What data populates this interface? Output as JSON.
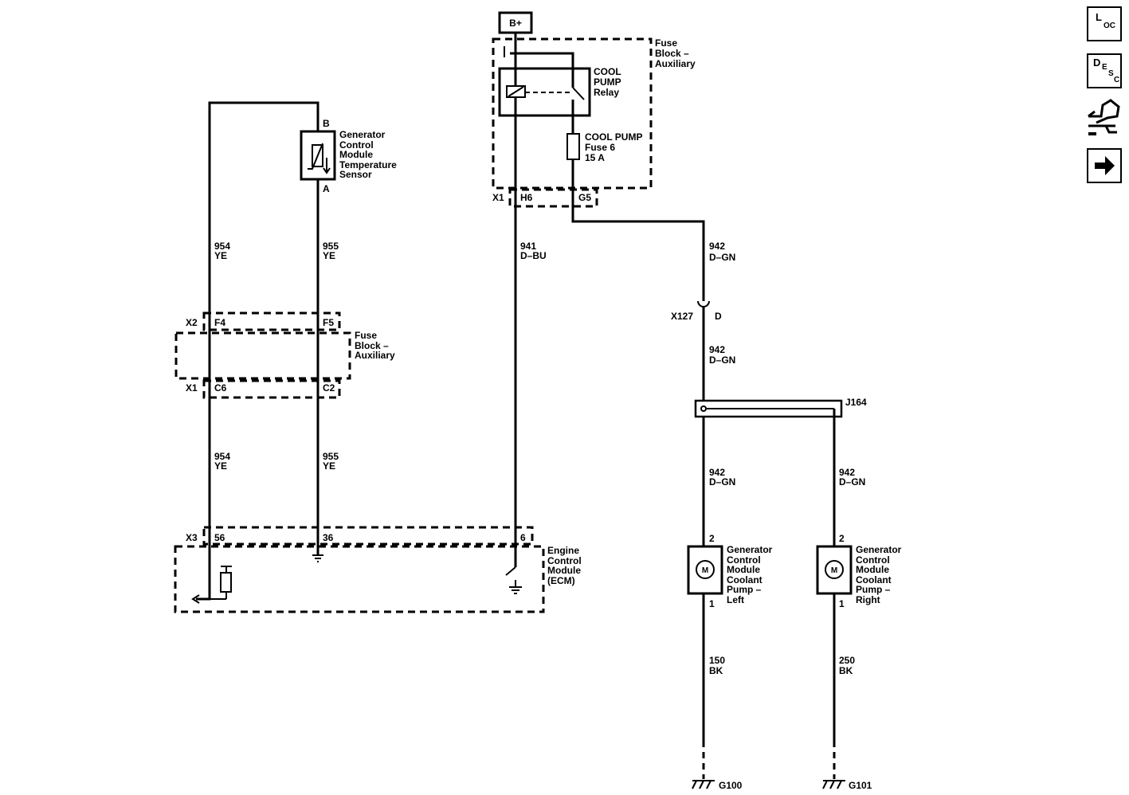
{
  "battery": {
    "label": "B+"
  },
  "fuse_block_top": {
    "title_lines": [
      "Fuse",
      "Block –",
      "Auxiliary"
    ],
    "connector": "X1",
    "pin_left": "H6",
    "pin_right": "G5"
  },
  "relay": {
    "title_lines": [
      "COOL",
      "PUMP",
      "Relay"
    ]
  },
  "fuse": {
    "title_lines": [
      "COOL PUMP",
      "Fuse 6",
      "15 A"
    ]
  },
  "temp_sensor": {
    "title_lines": [
      "Generator",
      "Control",
      "Module",
      "Temperature",
      "Sensor"
    ],
    "pin_top": "B",
    "pin_bottom": "A"
  },
  "wires": {
    "w954_upper": {
      "num": "954",
      "color": "YE"
    },
    "w955_upper": {
      "num": "955",
      "color": "YE"
    },
    "w941": {
      "num": "941",
      "color": "D–BU"
    },
    "w942_a": {
      "num": "942",
      "color": "D–GN"
    },
    "w942_b": {
      "num": "942",
      "color": "D–GN"
    },
    "w954_lower": {
      "num": "954",
      "color": "YE"
    },
    "w955_lower": {
      "num": "955",
      "color": "YE"
    },
    "w942_c": {
      "num": "942",
      "color": "D–GN"
    },
    "w942_d": {
      "num": "942",
      "color": "D–GN"
    },
    "w150": {
      "num": "150",
      "color": "BK"
    },
    "w250": {
      "num": "250",
      "color": "BK"
    }
  },
  "fuse_block_mid": {
    "title_lines": [
      "Fuse",
      "Block –",
      "Auxiliary"
    ],
    "conn_top": "X2",
    "pin_top_left": "F4",
    "pin_top_right": "F5",
    "conn_bottom": "X1",
    "pin_bottom_left": "C6",
    "pin_bottom_right": "C2"
  },
  "x127": {
    "name": "X127",
    "pin": "D"
  },
  "splice": {
    "name": "J164"
  },
  "ecm": {
    "title_lines": [
      "Engine",
      "Control",
      "Module",
      "(ECM)"
    ],
    "connector": "X3",
    "pin_a": "56",
    "pin_b": "36",
    "pin_c": "6"
  },
  "pump_left": {
    "title_lines": [
      "Generator",
      "Control",
      "Module",
      "Coolant",
      "Pump –",
      "Left"
    ],
    "pin_top": "2",
    "pin_bottom": "1",
    "symbol": "M"
  },
  "pump_right": {
    "title_lines": [
      "Generator",
      "Control",
      "Module",
      "Coolant",
      "Pump –",
      "Right"
    ],
    "pin_top": "2",
    "pin_bottom": "1",
    "symbol": "M"
  },
  "grounds": {
    "left": "G100",
    "right": "G101"
  },
  "nav": {
    "loc": {
      "big": "L",
      "small": "OC"
    },
    "desc": {
      "big": "D",
      "mid": "E",
      "s": "S",
      "c": "C"
    },
    "icon_connector": "connector-end-view-icon",
    "icon_next": "arrow-right-icon"
  }
}
